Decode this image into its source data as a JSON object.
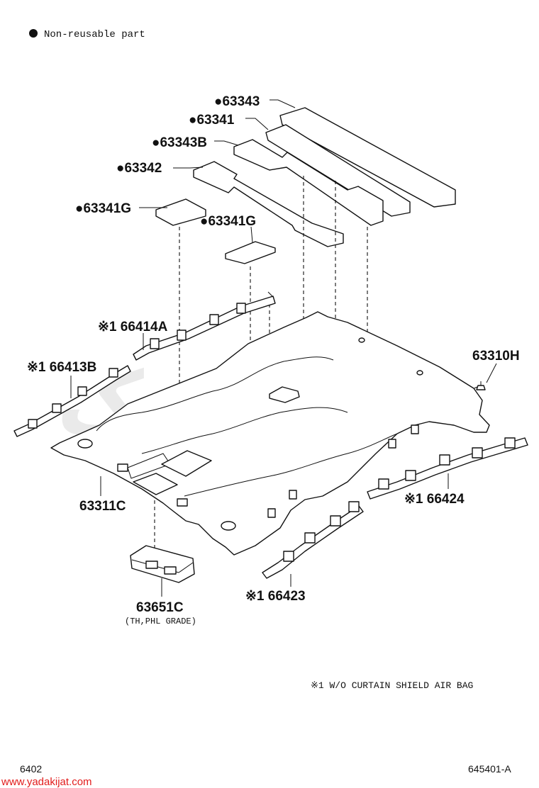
{
  "legend": {
    "bullet": "●",
    "text": "Non-reusable part"
  },
  "parts": {
    "p63343": "●63343",
    "p63341": "●63341",
    "p63343B": "●63343B",
    "p63342": "●63342",
    "p63341G_a": "●63341G",
    "p63341G_b": "●63341G",
    "p66414A": "※1 66414A",
    "p66413B": "※1 66413B",
    "p63310H": "63310H",
    "p63311C": "63311C",
    "p66424": "※1 66424",
    "p66423": "※1 66423",
    "p63651C": "63651C",
    "p63651C_note": "(TH,PHL GRADE)"
  },
  "footnote": "※1 W/O CURTAIN SHIELD AIR BAG",
  "footer": {
    "left_code": "6402",
    "right_code": "645401-A"
  },
  "watermark": {
    "site": "www.yadakijat.com"
  },
  "colors": {
    "line": "#111111",
    "watermark_red": "#e21c1c",
    "watermark_grey": "#d9d9d9"
  }
}
